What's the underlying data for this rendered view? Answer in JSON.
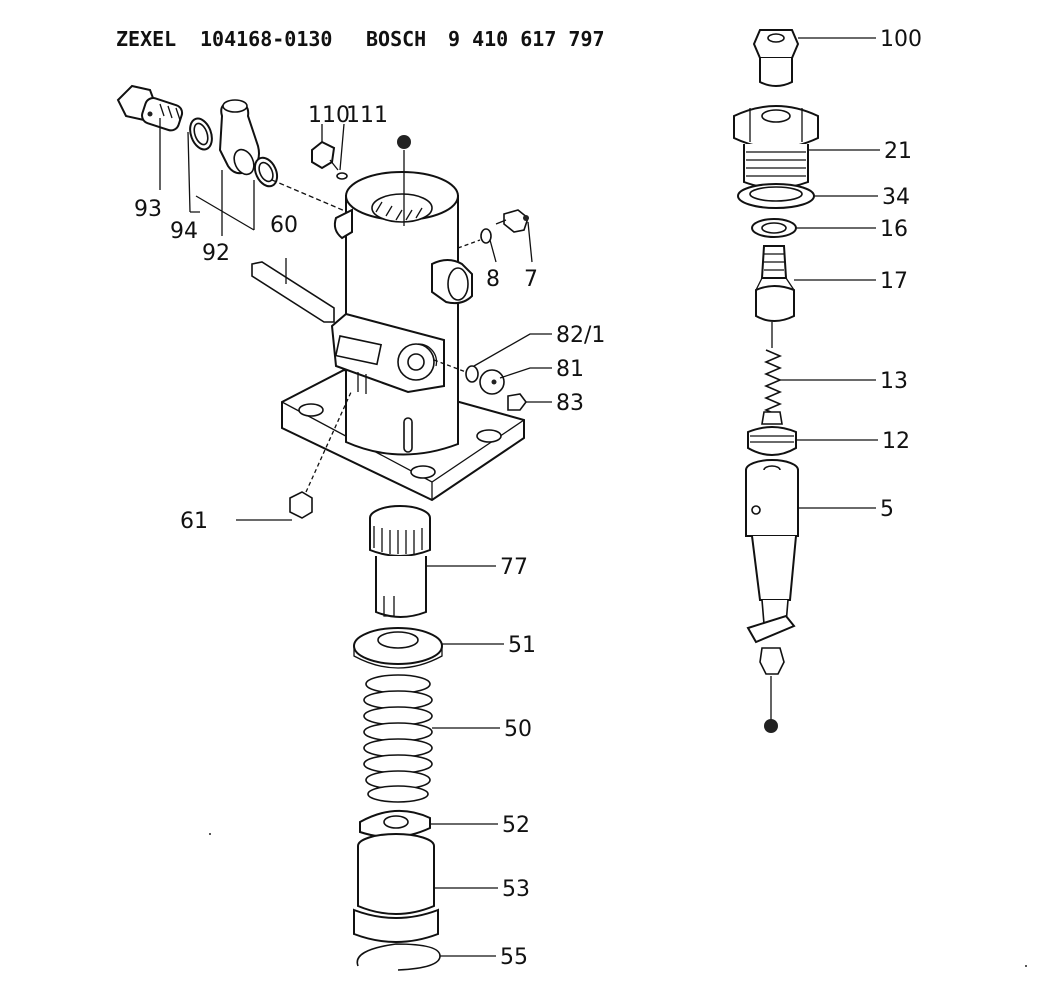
{
  "header": {
    "maker1": "ZEXEL",
    "part1": "104168-0130",
    "maker2": "BOSCH",
    "part2": "9 410 617 797"
  },
  "labels": {
    "p100": "100",
    "p21": "21",
    "p34": "34",
    "p16": "16",
    "p17": "17",
    "p13": "13",
    "p12": "12",
    "p5": "5",
    "p93": "93",
    "p94": "94",
    "p92": "92",
    "p110": "110",
    "p111": "111",
    "p60": "60",
    "p8": "8",
    "p7": "7",
    "p82_1": "82/1",
    "p81": "81",
    "p83": "83",
    "p61": "61",
    "p77": "77",
    "p51": "51",
    "p50": "50",
    "p52": "52",
    "p53": "53",
    "p55": "55"
  }
}
